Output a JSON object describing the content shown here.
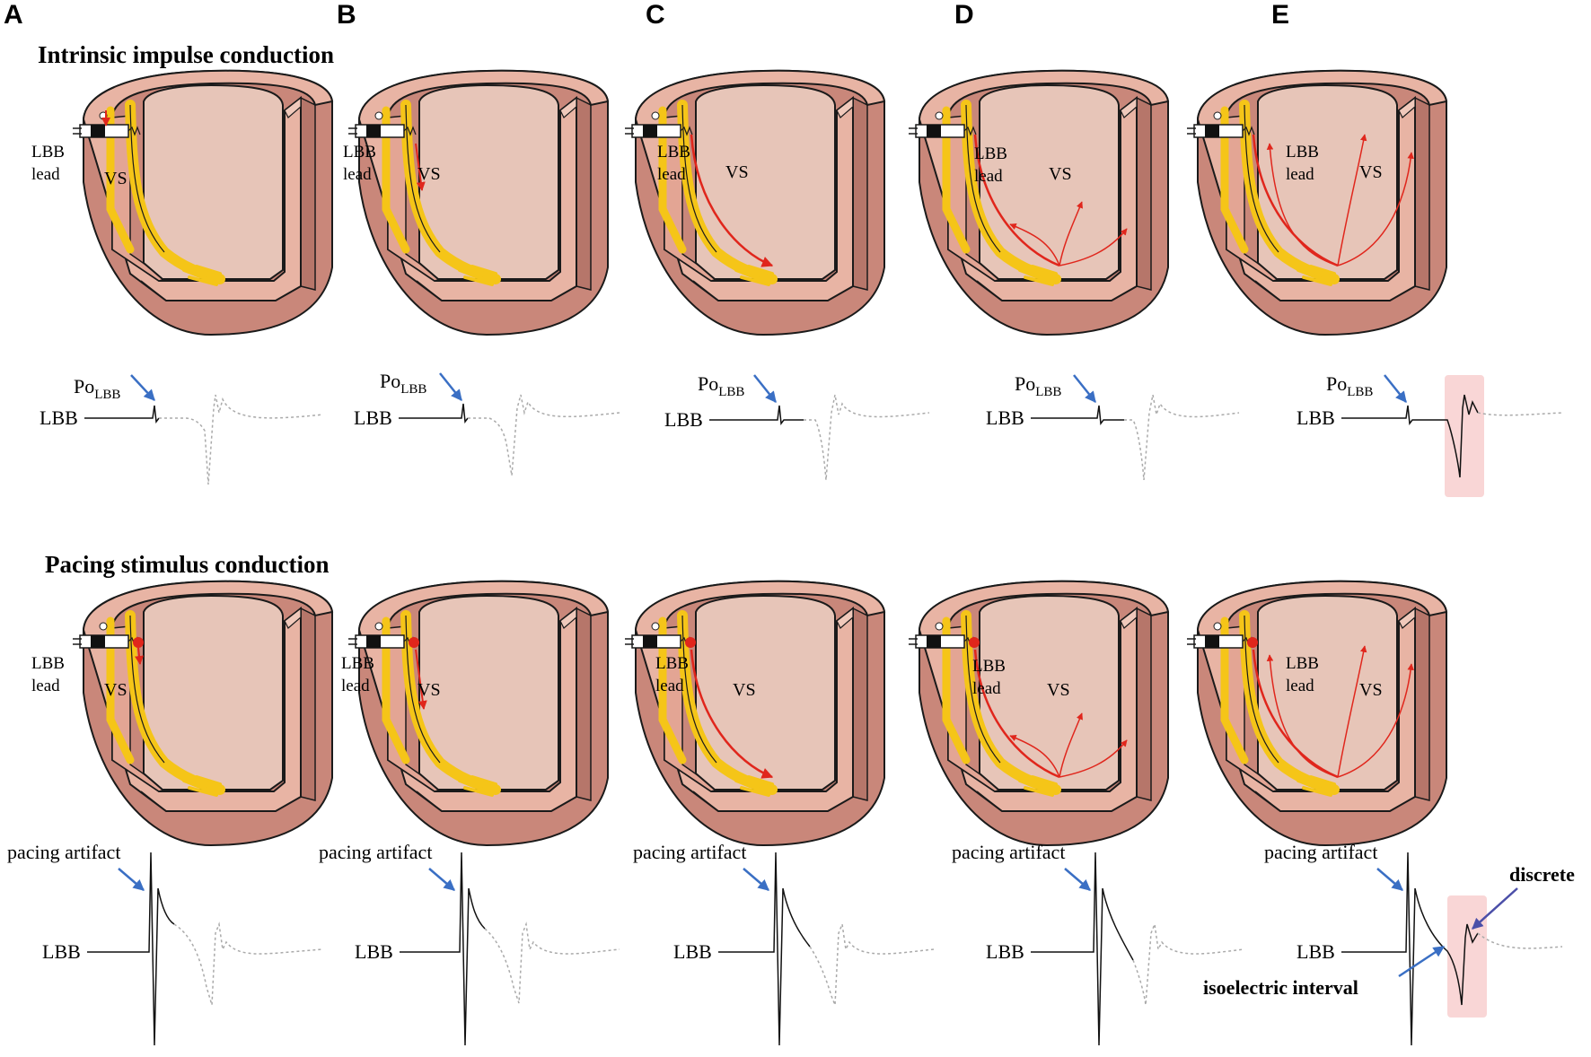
{
  "panels": [
    "A",
    "B",
    "C",
    "D",
    "E"
  ],
  "sections": {
    "intrinsic": "Intrinsic impulse conduction",
    "pacing": "Pacing stimulus conduction"
  },
  "heart_labels": {
    "lead_line1": "LBB",
    "lead_line2": "lead",
    "septum": "VS"
  },
  "ecg_labels": {
    "lead_name": "LBB",
    "po_main": "Po",
    "po_sub": "LBB",
    "pacing_artifact": "pacing artifact",
    "discrete": "discrete",
    "isoelectric_interval": "isoelectric interval"
  },
  "colors": {
    "outer_wall": "#c9877a",
    "wall_top": "#e8b4a4",
    "cavity": "#e7c5b8",
    "conduction_fiber": "#f5c518",
    "impulse_arrow": "#e0261c",
    "pointer_arrow": "#3a6fc4",
    "highlight_box": "#f9d6d6"
  }
}
